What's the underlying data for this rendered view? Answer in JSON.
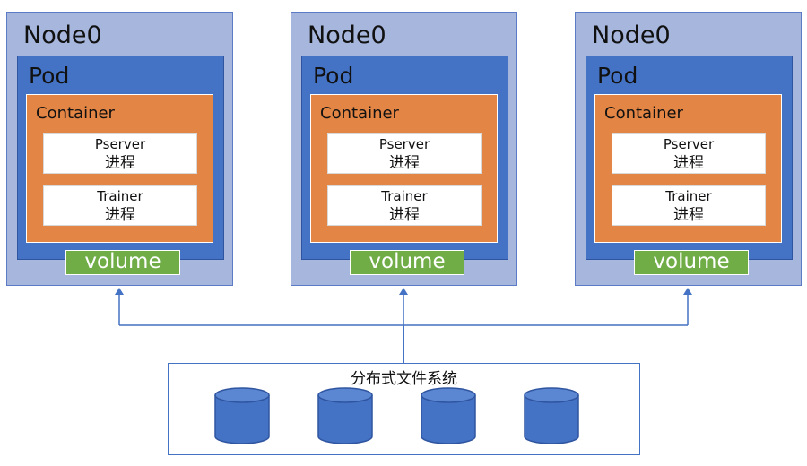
{
  "colors": {
    "node_fill": "#a6b6dd",
    "pod_fill": "#4472c4",
    "container_fill": "#e38544",
    "volume_fill": "#70ad47",
    "connector": "#4472c4"
  },
  "nodes": [
    {
      "title": "Node0",
      "pod": {
        "title": "Pod",
        "container": {
          "title": "Container",
          "processes": [
            {
              "name": "Pserver",
              "kind": "进程"
            },
            {
              "name": "Trainer",
              "kind": "进程"
            }
          ]
        },
        "volume": "volume"
      }
    },
    {
      "title": "Node0",
      "pod": {
        "title": "Pod",
        "container": {
          "title": "Container",
          "processes": [
            {
              "name": "Pserver",
              "kind": "进程"
            },
            {
              "name": "Trainer",
              "kind": "进程"
            }
          ]
        },
        "volume": "volume"
      }
    },
    {
      "title": "Node0",
      "pod": {
        "title": "Pod",
        "container": {
          "title": "Container",
          "processes": [
            {
              "name": "Pserver",
              "kind": "进程"
            },
            {
              "name": "Trainer",
              "kind": "进程"
            }
          ]
        },
        "volume": "volume"
      }
    }
  ],
  "storage": {
    "title": "分布式文件系统",
    "disk_icon": "database-cylinder-icon"
  }
}
